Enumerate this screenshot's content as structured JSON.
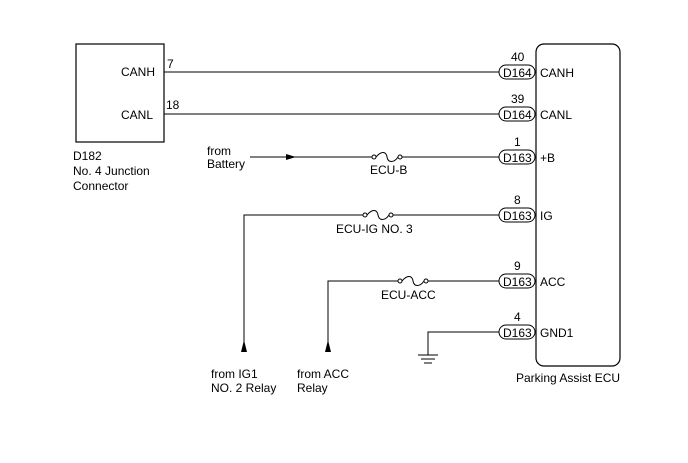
{
  "junction": {
    "connector_id": "D182",
    "name_line1": "No. 4 Junction",
    "name_line2": "Connector",
    "pins": {
      "canh_label": "CANH",
      "canh_pin": "7",
      "canl_label": "CANL",
      "canl_pin": "18"
    }
  },
  "ecu": {
    "name": "Parking Assist ECU",
    "terminals": [
      {
        "pin": "40",
        "connector": "D164",
        "label": "CANH"
      },
      {
        "pin": "39",
        "connector": "D164",
        "label": "CANL"
      },
      {
        "pin": "1",
        "connector": "D163",
        "label": "+B"
      },
      {
        "pin": "8",
        "connector": "D163",
        "label": "IG"
      },
      {
        "pin": "9",
        "connector": "D163",
        "label": "ACC"
      },
      {
        "pin": "4",
        "connector": "D163",
        "label": "GND1"
      }
    ]
  },
  "fuses": {
    "battery": "ECU-B",
    "ig": "ECU-IG NO. 3",
    "acc": "ECU-ACC"
  },
  "sources": {
    "battery_line1": "from",
    "battery_line2": "Battery",
    "ig1_line1": "from IG1",
    "ig1_line2": "NO. 2 Relay",
    "acc_line1": "from ACC",
    "acc_line2": "Relay"
  }
}
